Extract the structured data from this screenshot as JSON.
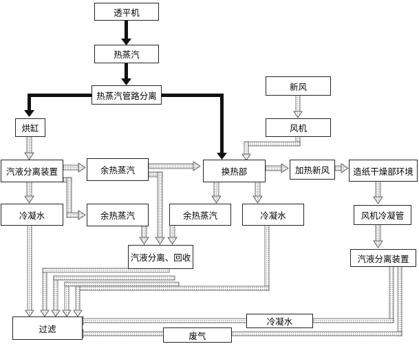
{
  "nodes": {
    "tpj": "透平机",
    "rzq": "热蒸汽",
    "rzqglfl": "热蒸汽管路分离",
    "hg": "烘缸",
    "qyflzz1": "汽液分离装置",
    "yrzq1": "余热蒸汽",
    "yrzq2": "余热蒸汽",
    "lns1": "冷凝水",
    "qyflhs": "汽液分离、回收",
    "hrb": "换热部",
    "yrzq3": "余热蒸汽",
    "lns2": "冷凝水",
    "xf": "新风",
    "fj": "风机",
    "jrxf": "加热新风",
    "zzgzbhj": "造纸干燥部环境",
    "fjlng": "风机冷凝管",
    "qyflzz2": "汽液分离装置",
    "gl": "过滤",
    "lns3": "冷凝水",
    "fq": "废气"
  }
}
